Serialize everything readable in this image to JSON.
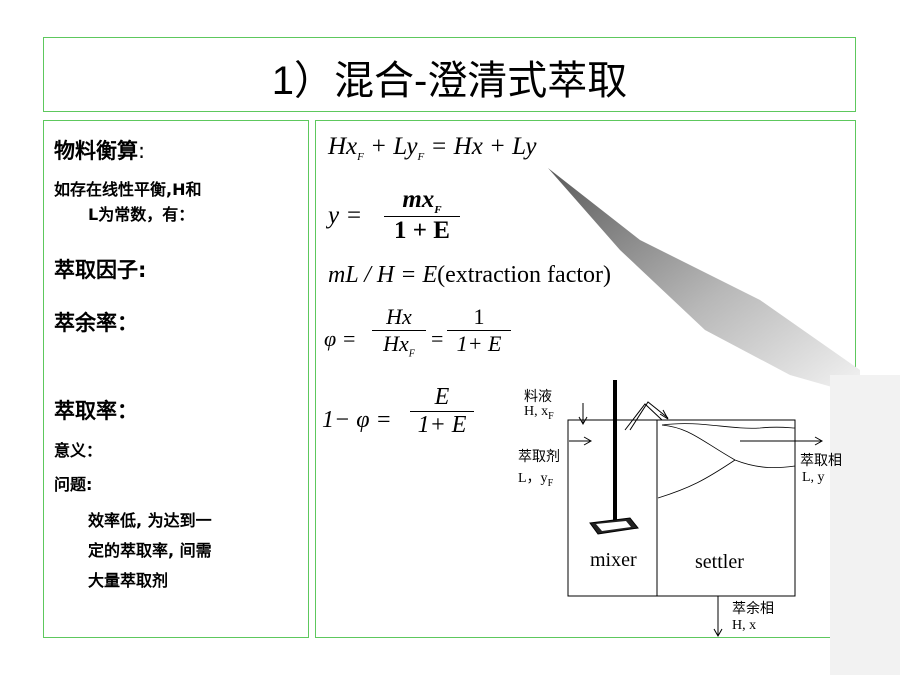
{
  "title": "1）混合-澄清式萃取",
  "left": {
    "balance_label": "物料衡算",
    "balance_colon": ":",
    "condition_line1": "如存在线性平衡,H和",
    "condition_line2": "L为常数，有：",
    "factor_label": "萃取因子:",
    "raffinate_label": "萃余率：",
    "extract_label": "萃取率：",
    "meaning_label": "意义：",
    "problem_label": "问题:",
    "problem_text_1": "效率低, 为达到一",
    "problem_text_2": "定的萃取率, 间需",
    "problem_text_3": "大量萃取剂"
  },
  "equations": {
    "balance": "Hx_F + Ly_F = Hx + Ly",
    "eq2_lhs": "y =",
    "eq2_num": "mx",
    "eq2_num_sub": "F",
    "eq2_den": "1 + E",
    "eq3": "mL / H = E",
    "eq3_paren": "(extraction  factor)",
    "eq4_lhs": "φ =",
    "eq4_num1": "Hx",
    "eq4_den1": "Hx",
    "eq4_den1_sub": "F",
    "eq4_eq": "=",
    "eq4_num2": "1",
    "eq4_den2": "1+ E",
    "eq5_lhs": "1− φ =",
    "eq5_num": "E",
    "eq5_den": "1+ E"
  },
  "diagram": {
    "feed_label_zh": "料液",
    "feed_label": "H, x",
    "feed_sub": "F",
    "solvent_label_zh": "萃取剂",
    "solvent_label": "L，y",
    "solvent_sub": "F",
    "mixer": "mixer",
    "settler": "settler",
    "extract_phase_zh": "萃取相",
    "extract_phase": "L, y",
    "raffinate_phase_zh": "萃余相",
    "raffinate_phase": "H, x"
  }
}
